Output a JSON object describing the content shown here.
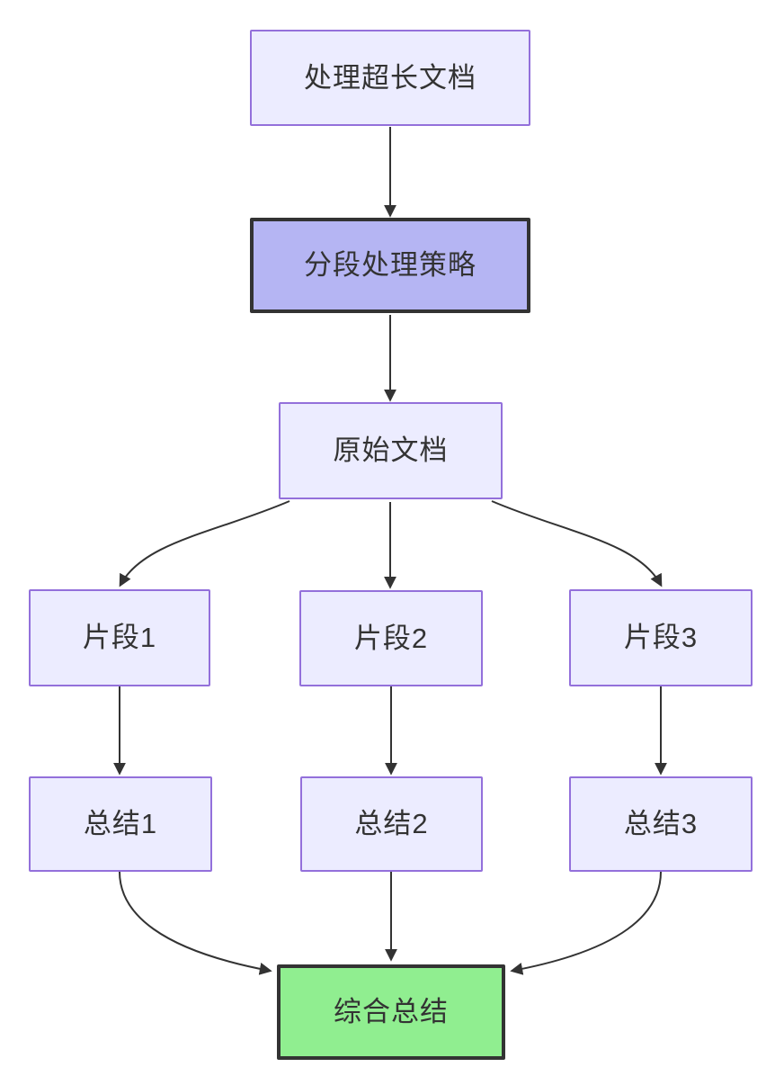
{
  "diagram": {
    "type": "flowchart-top-down",
    "nodes": {
      "process": {
        "label": "处理超长文档",
        "style": "light"
      },
      "strategy": {
        "label": "分段处理策略",
        "style": "highlight"
      },
      "original": {
        "label": "原始文档",
        "style": "light"
      },
      "fragment1": {
        "label": "片段1",
        "style": "light"
      },
      "fragment2": {
        "label": "片段2",
        "style": "light"
      },
      "fragment3": {
        "label": "片段3",
        "style": "light"
      },
      "summary1": {
        "label": "总结1",
        "style": "light"
      },
      "summary2": {
        "label": "总结2",
        "style": "light"
      },
      "summary3": {
        "label": "总结3",
        "style": "light"
      },
      "final": {
        "label": "综合总结",
        "style": "success"
      }
    },
    "edges": [
      {
        "from": "process",
        "to": "strategy"
      },
      {
        "from": "strategy",
        "to": "original"
      },
      {
        "from": "original",
        "to": "fragment1"
      },
      {
        "from": "original",
        "to": "fragment2"
      },
      {
        "from": "original",
        "to": "fragment3"
      },
      {
        "from": "fragment1",
        "to": "summary1"
      },
      {
        "from": "fragment2",
        "to": "summary2"
      },
      {
        "from": "fragment3",
        "to": "summary3"
      },
      {
        "from": "summary1",
        "to": "final"
      },
      {
        "from": "summary2",
        "to": "final"
      },
      {
        "from": "summary3",
        "to": "final"
      }
    ]
  },
  "colors": {
    "background": "#ffffff",
    "node_fill": "#ECECFF",
    "node_border": "#9370DB",
    "highlight_fill": "#b5b5f3",
    "highlight_border": "#333333",
    "success_fill": "#90EE90",
    "success_border": "#333333",
    "edge": "#333333",
    "text": "#333333"
  }
}
